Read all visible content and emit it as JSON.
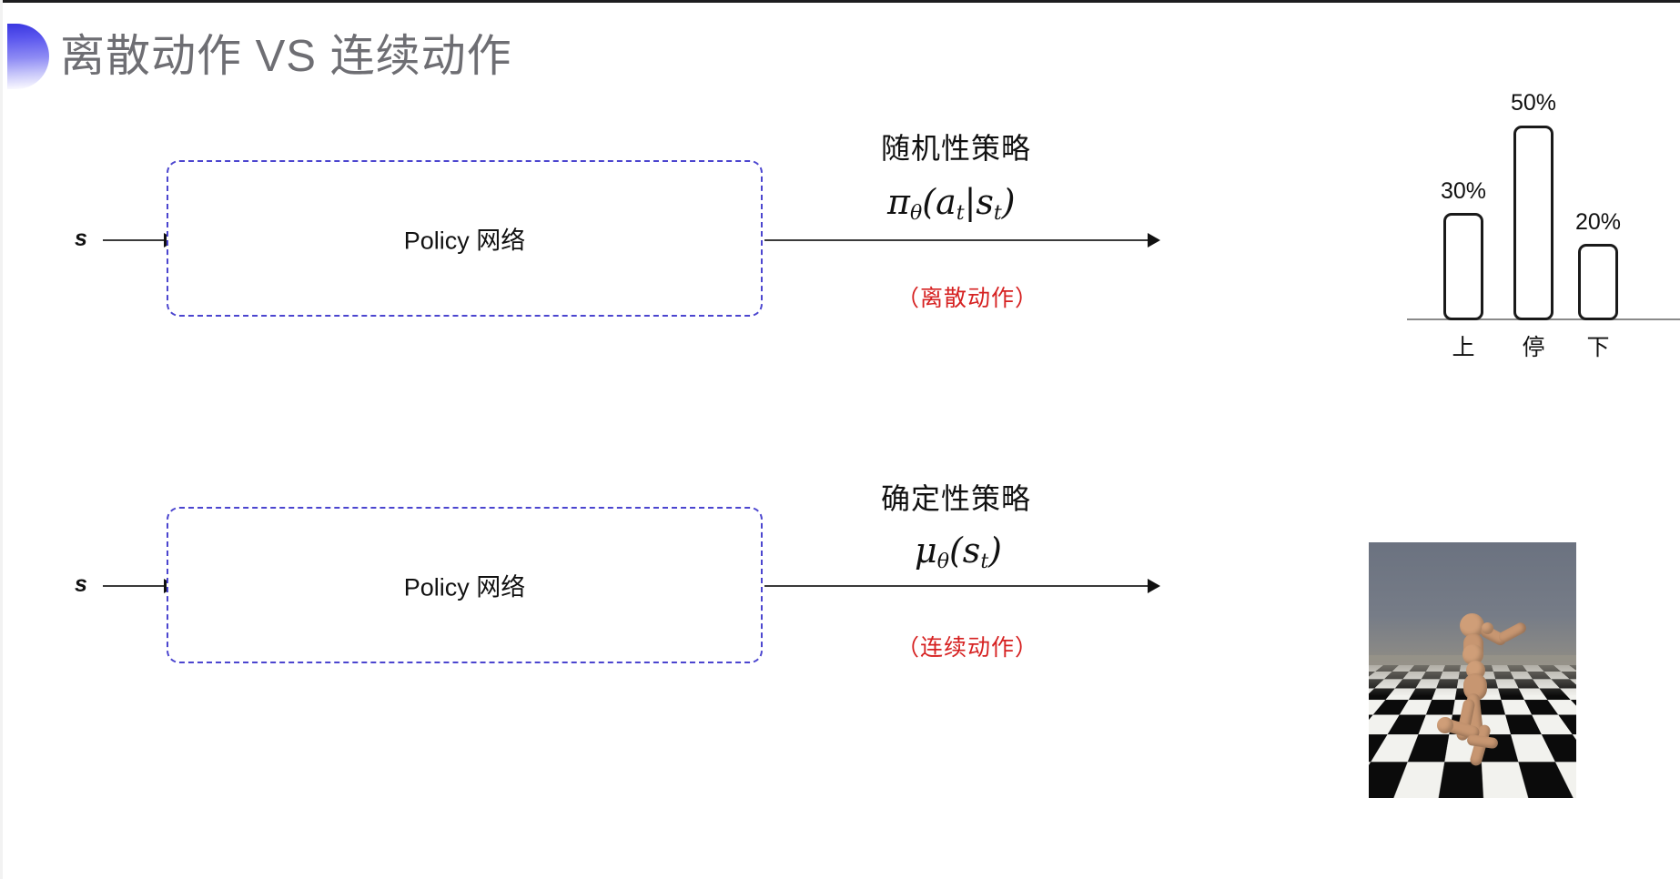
{
  "slide": {
    "title": "离散动作 VS 连续动作",
    "accent_color": "#4b45cf",
    "title_color": "#6e6e73",
    "note_color": "#d62121",
    "background": "#ffffff"
  },
  "rows": [
    {
      "id": "discrete",
      "input_label": "s",
      "box_label": "Policy 网络",
      "policy_name": "随机性策略",
      "formula_plain": "πθ(at|st)",
      "formula_parts": {
        "head": "π",
        "head_sub": "θ",
        "open": "(",
        "arg1": "a",
        "arg1_sub": "t",
        "bar": "|",
        "arg2": "s",
        "arg2_sub": "t",
        "close": ")"
      },
      "action_note": "（离散动作）"
    },
    {
      "id": "continuous",
      "input_label": "s",
      "box_label": "Policy 网络",
      "policy_name": "确定性策略",
      "formula_plain": "μθ(st)",
      "formula_parts": {
        "head": "μ",
        "head_sub": "θ",
        "open": "(",
        "arg1": "s",
        "arg1_sub": "t",
        "close": ")"
      },
      "action_note": "（连续动作）"
    }
  ],
  "chart_data": {
    "type": "bar",
    "title": "",
    "categories": [
      "上",
      "停",
      "下"
    ],
    "values": [
      30,
      50,
      20
    ],
    "value_labels": [
      "30%",
      "50%",
      "20%"
    ],
    "xlabel": "",
    "ylabel": "",
    "ylim": [
      0,
      60
    ],
    "grid": false,
    "legend": false,
    "bar_fill": "#ffffff",
    "bar_stroke": "#1a1a1a"
  },
  "simulation": {
    "name": "humanoid-simulation-thumbnail",
    "sky_color": "#6b7280",
    "floor_light": "#f2f2ee",
    "floor_dark": "#0b0b0b",
    "body_color": "#c79671"
  }
}
